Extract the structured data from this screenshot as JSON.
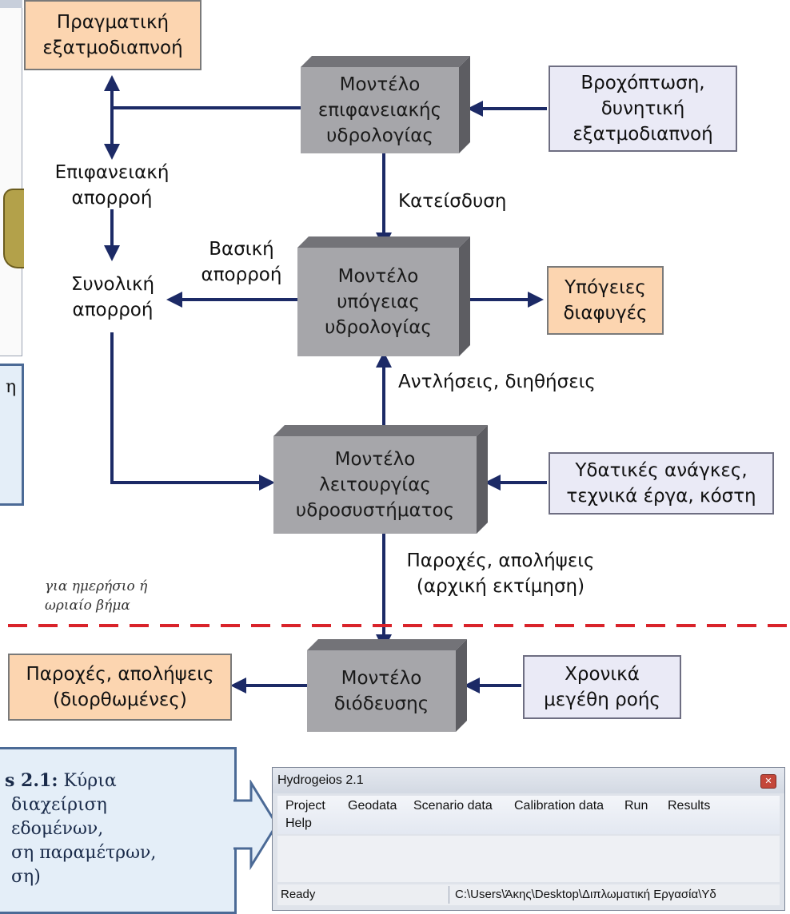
{
  "nodes": {
    "actual_evap": "Πραγματική\nεξατμοδιαπνοή",
    "surface_model": "Μοντέλο\nεπιφανειακής\nυδρολογίας",
    "rain_input": "Βροχόπτωση,\nδυνητική\nεξατμοδιαπνοή",
    "groundwater_model": "Μοντέλο\nυπόγειας\nυδρολογίας",
    "groundwater_losses": "Υπόγειες\nδιαφυγές",
    "operation_model": "Μοντέλο\nλειτουργίας\nυδροσυστήματος",
    "water_needs": "Υδατικές ανάγκες,\nτεχνικά έργα, κόστη",
    "routing_model": "Μοντέλο\nδιόδευσης",
    "flow_magnitudes": "Χρονικά\nμεγέθη ροής",
    "corrected_flows": "Παροχές, απολήψεις\n(διορθωμένες)"
  },
  "labels": {
    "surface_runoff": "Επιφανειακή\nαπορροή",
    "total_runoff": "Συνολική\nαπορροή",
    "baseflow": "Βασική\nαπορροή",
    "infiltration": "Κατείσδυση",
    "pumping": "Αντλήσεις, διηθήσεις",
    "flows_estimate": "Παροχές, απολήψεις\n(αρχική εκτίμηση)",
    "timestep": "για ημερήσιο ή\nωριαίο βήμα"
  },
  "callout": {
    "fragment_right": "η",
    "caption_bold": "s 2.1:",
    "caption_rest": " Κύρια",
    "line2": "διαχείριση",
    "line3": "εδομένων,",
    "line4": "ση  παραμέτρων,",
    "line5": "ση)"
  },
  "window": {
    "title": "Hydrogeios 2.1",
    "close": "✕",
    "menu": [
      "Project",
      "Geodata",
      "Scenario data",
      "Calibration data",
      "Run",
      "Results",
      "Help"
    ],
    "status_left": "Ready",
    "status_path": "C:\\Users\\Άκης\\Desktop\\Διπλωματική Εργασία\\Υδ"
  },
  "colors": {
    "arrow": "#1c2a66",
    "dashed": "#d9232a",
    "orange_box": "#fcd5b0",
    "lavender_box": "#eaeaf6",
    "gray_box": "#a6a6aa"
  }
}
